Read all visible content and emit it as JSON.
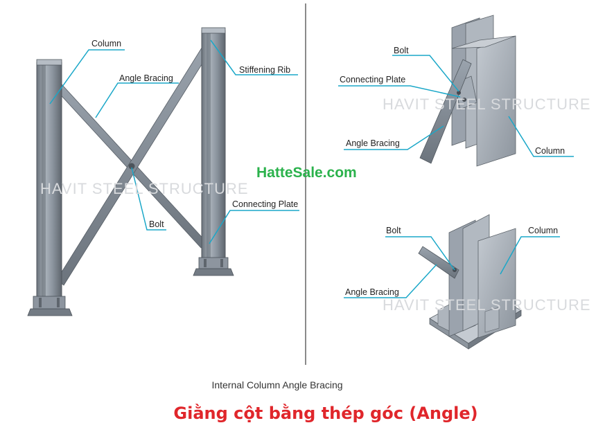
{
  "left_panel": {
    "labels": {
      "column": "Column",
      "angle_bracing": "Angle Bracing",
      "stiffening_rib": "Stiffening Rib",
      "bolt": "Bolt",
      "connecting_plate": "Connecting Plate"
    },
    "watermark": "HAVIT STEEL STRUCTURE"
  },
  "right_top_panel": {
    "labels": {
      "bolt": "Bolt",
      "connecting_plate": "Connecting Plate",
      "angle_bracing": "Angle Bracing",
      "column": "Column"
    },
    "watermark": "HAVIT STEEL STRUCTURE"
  },
  "right_bottom_panel": {
    "labels": {
      "bolt": "Bolt",
      "column": "Column",
      "angle_bracing": "Angle Bracing"
    },
    "watermark": "HAVIT STEEL STRUCTURE"
  },
  "brand": "HatteSale.com",
  "caption": "Internal Column Angle Bracing",
  "title": "Giằng cột bằng thép góc (Angle)",
  "colors": {
    "leader": "#1aa7c8",
    "steel": "#8f98a3",
    "steel_dark": "#5c636b",
    "steel_light": "#b9c0c8",
    "brand": "#2bb24c",
    "title": "#e0262b"
  }
}
